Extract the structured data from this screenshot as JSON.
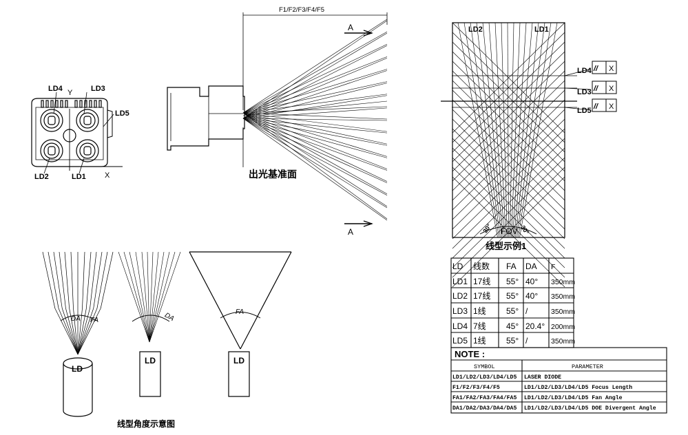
{
  "front_view": {
    "ld1": "LD1",
    "ld2": "LD2",
    "ld3": "LD3",
    "ld4": "LD4",
    "ld5": "LD5",
    "x_axis": "X",
    "y_axis": "Y"
  },
  "side_view": {
    "focus_label": "F1/F2/F3/F4/F5",
    "section_a_top": "A",
    "section_a_bottom": "A",
    "emission_plane": "出光基准面"
  },
  "pattern_example": {
    "ld2": "LD2",
    "ld1": "LD1",
    "ld4": "LD4",
    "ld3": "LD3",
    "ld5": "LD5",
    "parallel_symbol": "//",
    "datum": "X",
    "angle_left": "30°",
    "fov": "FOV",
    "angle_right": "30°",
    "caption": "线型示例1"
  },
  "angle_diagram": {
    "da": "DA",
    "fa": "FA",
    "ld": "LD",
    "caption": "线型角度示意图"
  },
  "spec_table": {
    "headers": [
      "LD",
      "线数",
      "FA",
      "DA",
      "F"
    ],
    "rows": [
      [
        "LD1",
        "17线",
        "55°",
        "40°",
        "350mm"
      ],
      [
        "LD2",
        "17线",
        "55°",
        "40°",
        "350mm"
      ],
      [
        "LD3",
        "1线",
        "55°",
        "/",
        "350mm"
      ],
      [
        "LD4",
        "7线",
        "45°",
        "20.4°",
        "200mm"
      ],
      [
        "LD5",
        "1线",
        "55°",
        "/",
        "350mm"
      ]
    ]
  },
  "note_table": {
    "title": "NOTE :",
    "headers": [
      "SYMBOL",
      "PARAMETER"
    ],
    "rows": [
      [
        "LD1/LD2/LD3/LD4/LD5",
        "LASER DIODE"
      ],
      [
        "F1/F2/F3/F4/F5",
        "LD1/LD2/LD3/LD4/LD5 Focus Length"
      ],
      [
        "FA1/FA2/FA3/FA4/FA5",
        "LD1/LD2/LD3/LD4/LD5 Fan Angle"
      ],
      [
        "DA1/DA2/DA3/DA4/DA5",
        "LD1/LD2/LD3/LD4/LD5 DOE Divergent Angle"
      ]
    ]
  }
}
